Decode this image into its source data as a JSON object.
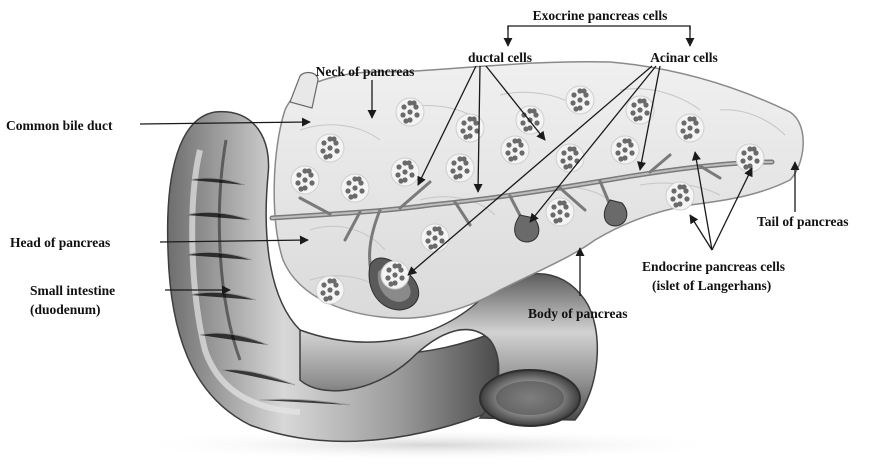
{
  "labels": {
    "exocrine_group": "Exocrine pancreas cells",
    "ductal_cells": "ductal cells",
    "acinar_cells": "Acinar cells",
    "neck": "Neck of pancreas",
    "common_bile_duct": "Common bile duct",
    "head": "Head of pancreas",
    "small_intestine_line1": "Small intestine",
    "small_intestine_line2": "(duodenum)",
    "tail": "Tail of pancreas",
    "endocrine_line1": "Endocrine pancreas cells",
    "endocrine_line2": "(islet of Langerhans)",
    "body": "Body of pancreas"
  },
  "colors": {
    "duodenum_dark": "#5a5a5a",
    "duodenum_light": "#c9c9c9",
    "pancreas_fill": "#e4e4e4",
    "islet_dot": "#6a6a6a",
    "duct": "#7a7a7a",
    "label_text": "#111111"
  }
}
